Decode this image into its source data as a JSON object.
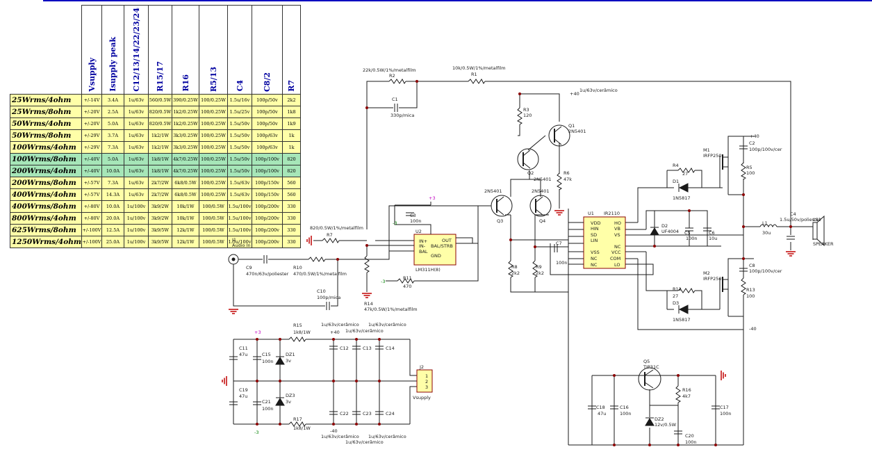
{
  "table": {
    "headers": [
      "Vsupply",
      "Isupply peak",
      "C12/13/14/22/23/24",
      "R15/17",
      "R16",
      "R5/13",
      "C4",
      "C8/2",
      "R7"
    ],
    "rows": [
      {
        "label": "25Wrms/4ohm",
        "cells": [
          "+/-14V",
          "3.4A",
          "1u/63v",
          "560/0.5W",
          "390/0.25W",
          "100/0.25W",
          "1.5u/16v",
          "100p/50v",
          "2k2"
        ],
        "highlight": false
      },
      {
        "label": "25Wrms/8ohm",
        "cells": [
          "+/-20V",
          "2.5A",
          "1u/63v",
          "820/0.5W",
          "1k2/0.25W",
          "100/0.25W",
          "1.5u/25v",
          "100p/50v",
          "1k8"
        ],
        "highlight": false
      },
      {
        "label": "50Wrms/4ohm",
        "cells": [
          "+/-20V",
          "5.0A",
          "1u/63v",
          "820/0.5W",
          "1k2/0.25W",
          "100/0.25W",
          "1.5u/50v",
          "100p/50v",
          "1k9"
        ],
        "highlight": false
      },
      {
        "label": "50Wrms/8ohm",
        "cells": [
          "+/-29V",
          "3.7A",
          "1u/63v",
          "1k2/1W",
          "3k3/0.25W",
          "100/0.25W",
          "1.5u/50v",
          "100p/63v",
          "1k"
        ],
        "highlight": false
      },
      {
        "label": "100Wrms/4ohm",
        "cells": [
          "+/-29V",
          "7.3A",
          "1u/63v",
          "1k2/1W",
          "3k3/0.25W",
          "100/0.25W",
          "1.5u/50v",
          "100p/63v",
          "1k"
        ],
        "highlight": false
      },
      {
        "label": "100Wrms/8ohm",
        "cells": [
          "+/-40V",
          "5.0A",
          "1u/63v",
          "1k8/1W",
          "4k7/0.25W",
          "100/0.25W",
          "1.5u/50v",
          "100p/100v",
          "820"
        ],
        "highlight": true
      },
      {
        "label": "200Wrms/4ohm",
        "cells": [
          "+/-40V",
          "10.0A",
          "1u/63v",
          "1k8/1W",
          "4k7/0.25W",
          "100/0.25W",
          "1.5u/50v",
          "100p/100v",
          "820"
        ],
        "highlight": true
      },
      {
        "label": "200Wrms/8ohm",
        "cells": [
          "+/-57V",
          "7.3A",
          "1u/63v",
          "2k7/2W",
          "6k8/0.5W",
          "100/0.25W",
          "1.5u/63v",
          "100p/150v",
          "560"
        ],
        "highlight": false
      },
      {
        "label": "400Wrms/4ohm",
        "cells": [
          "+/-57V",
          "14.3A",
          "1u/63v",
          "2k7/2W",
          "6k8/0.5W",
          "100/0.25W",
          "1.5u/63v",
          "100p/150v",
          "560"
        ],
        "highlight": false
      },
      {
        "label": "400Wrms/8ohm",
        "cells": [
          "+/-80V",
          "10.0A",
          "1u/100v",
          "3k9/2W",
          "10k/1W",
          "100/0.5W",
          "1.5u/100v",
          "100p/200v",
          "330"
        ],
        "highlight": false
      },
      {
        "label": "800Wrms/4ohm",
        "cells": [
          "+/-80V",
          "20.0A",
          "1u/100v",
          "3k9/2W",
          "10k/1W",
          "100/0.5W",
          "1.5u/100v",
          "100p/200v",
          "330"
        ],
        "highlight": false
      },
      {
        "label": "625Wrms/8ohm",
        "cells": [
          "+/-100V",
          "12.5A",
          "1u/100v",
          "3k9/5W",
          "12k/1W",
          "100/0.5W",
          "1.5u/100v",
          "100p/200v",
          "330"
        ],
        "highlight": false
      },
      {
        "label": "1250Wrms/4ohm",
        "cells": [
          "+/-100V",
          "25.0A",
          "1u/100v",
          "3k9/5W",
          "12k/1W",
          "100/0.5W",
          "1.5u/100v",
          "100p/200v",
          "330"
        ],
        "highlight": false
      }
    ]
  },
  "labels": {
    "r2": "R2",
    "r2v": "22k/0.5W/1%/metalfilm",
    "r1": "R1",
    "r1v": "10k/0.5W/1%/metalfilm",
    "c1": "C1",
    "c1v": "330p/mica",
    "r3": "R3",
    "r3v": "120",
    "q1": "Q1",
    "q1t": "2N5401",
    "q2": "Q2",
    "top40": "+40",
    "top40cap": "1u/63v/cerâmico",
    "r6": "R6",
    "r6v": "47k",
    "r6t": "2N5401",
    "q3": "Q3",
    "q3t": "2N5401",
    "q4": "Q4",
    "q4t": "2N5401",
    "c3": "C3",
    "c3v": "100n",
    "p3a": "+3",
    "m3a": "-3",
    "u2": "U2",
    "u2t": "LM311H(8)",
    "u2in": "IN+",
    "u2inm": "IN-",
    "u2bal": "BAL",
    "u2balstrb": "BAL/STRB",
    "u2out": "OUT",
    "u2gnd": "GND",
    "r7": "R7",
    "r7v": "820/0.5W/1%/metalfilm",
    "j1": "J1",
    "j1t": "Audio In",
    "c9": "C9",
    "c9v": "470n/63v/poliester",
    "r10": "R10",
    "r10v": "470/0.5W/1%/metalfilm",
    "c10": "C10",
    "c10v": "100p/mica",
    "r14": "R14",
    "r14v": "47k/0.5W/1%/metalfilm",
    "r11": "R11",
    "r11v": "470",
    "m3b": "-3",
    "r8": "R8",
    "r8v": "2k2",
    "r9": "R9",
    "r9v": "2k2",
    "u1": "U1",
    "u1t": "IR2110",
    "u1l": [
      "VDD",
      "HIN",
      "SD",
      "LIN",
      "VSS",
      "NC",
      "NC"
    ],
    "u1r": [
      "HO",
      "VB",
      "VS",
      "NC",
      "VCC",
      "COM",
      "LO"
    ],
    "c7": "C7",
    "c7v": "100n",
    "d1": "D1",
    "d1t": "1N5817",
    "r4": "R4",
    "r4v": "27",
    "d2": "D2",
    "d2t": "UF4004",
    "c5": "C5",
    "c5v": "100n",
    "c6": "C6",
    "c6v": "10u",
    "m1": "M1",
    "m1t": "IRFP250",
    "c2": "C2",
    "c2v": "100p/100v/cer",
    "p40": "+40",
    "r5": "R5",
    "r5v": "100",
    "l1": "L1",
    "l1v": "30u",
    "c4": "C4",
    "c4v": "1.5u/50v/poliester",
    "ls1": "LS1",
    "spk": "SPEAKER",
    "m2": "M2",
    "m2t": "IRFP250",
    "c8": "C8",
    "c8v": "100p/100v/cer",
    "r12": "R12",
    "r12v": "27",
    "d3": "D3",
    "d3t": "1N5817",
    "r13": "R13",
    "r13v": "100",
    "m40": "-40",
    "q5": "Q5",
    "q5t": "TIP31C",
    "r16": "R16",
    "r16v": "4k7",
    "c18": "C18",
    "c18v": "47u",
    "c16": "C16",
    "c16v": "100n",
    "dz2": "DZ2",
    "dz2v": "12v/0.5W",
    "c20": "C20",
    "c20v": "100n",
    "c17": "C17",
    "c17v": "100n",
    "r15": "R15",
    "r15v": "1k8/1W",
    "r17": "R17",
    "r17v": "1k8/1W",
    "p3b": "+3",
    "m3c": "-3",
    "c11": "C11",
    "c11v": "47u",
    "c15": "C15",
    "c15v": "100n",
    "c19": "C19",
    "c19v": "47u",
    "c21": "C21",
    "c21v": "100n",
    "dz1": "DZ1",
    "dz1v": "3v",
    "dz3": "DZ3",
    "dz3v": "3v",
    "c12": "C12",
    "c13": "C13",
    "c14": "C14",
    "c22": "C22",
    "c23": "C23",
    "c24": "C24",
    "cer1": "1u/63v/cerâmico",
    "cer2": "1u/63v/cerâmico",
    "cer3": "1u/63v/cerâmico",
    "cer4": "1u/63v/cerâmico",
    "cer5": "1u/63v/cerâmico",
    "cer6": "1u/63v/cerâmico",
    "p40b": "+40",
    "m40b": "-40",
    "j2": "J2",
    "j2t": "Vsupply",
    "j2p": [
      "1",
      "2",
      "3"
    ]
  }
}
